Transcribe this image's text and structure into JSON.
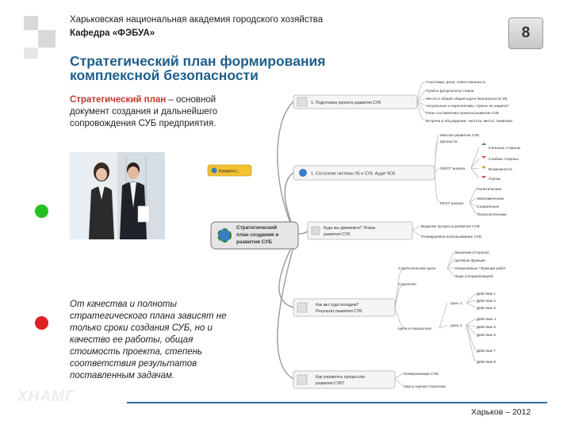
{
  "header": {
    "line1": "Харьковская национальная академия городского хозяйства",
    "line2": "Кафедра «ФЭБУА»",
    "slide_number": "8"
  },
  "slide": {
    "title": "Стратегический план формирования комплексной безопасности",
    "intro_highlight": "Стратегический план",
    "intro_rest": " – основной документ создания и дальнейшего сопровождения СУБ предприятия.",
    "quote": "От качества и полноты стратегического плана зависят не только сроки создания СУБ, но и качество ее работы, общая стоимость проекта, степень соответствия результатов поставленным задачам."
  },
  "footer": {
    "logo": "ХНАМГ",
    "place_year": "Харьков – 2012"
  },
  "colors": {
    "title": "#1f5f8b",
    "highlight": "#c0392b",
    "green_dot": "#22c122",
    "red_dot": "#e02020",
    "footer_line": "#2e6e9e"
  },
  "mindmap": {
    "central": [
      "Стратегический",
      "план создания и",
      "развития СУБ"
    ],
    "comment": "Коммент...",
    "branches": [
      "1. Подготовка проекта развития СУБ",
      "1. Состояние системы УБ и СУБ. Аудит КСБ",
      [
        "Куда мы движемся? Этапы",
        "развития СУБ"
      ],
      [
        "Как мы туда попадем?",
        "Результат развития СУБ"
      ],
      [
        "Как управлять процессом",
        "развития СУБ?"
      ]
    ],
    "b1_leaves": [
      "Участники, роли, ответственность",
      "Пункты (результаты) плана",
      "Место в общей общей карте безопасности УБ",
      "Актуальные и перспективы. Нужна ли защита?",
      "План составления проекта развития СУБ",
      "Встречи и обсуждения, частота, место, тематика"
    ],
    "b2_leaves": [
      "Миссия развития СУБ",
      "Ценности",
      "SWOT анализ",
      "PEST анализ"
    ],
    "swot_items": [
      "Сильные стороны",
      "Слабые стороны",
      "Возможности",
      "Угрозы"
    ],
    "pest_items": [
      "Политические",
      "Экономические",
      "Социальные",
      "Технологические"
    ],
    "b3_leaves": [
      "Видение процесса развития СУБ",
      "Планируемое использование СУБ"
    ],
    "b4_groups": [
      "Стратегические цели",
      "Стратегия",
      "Цели и показатели"
    ],
    "b4_strat": [
      "Заказчики (стороны)",
      "Целевые функции",
      "Оперативные / Функции работ",
      "Люди (специализация)"
    ],
    "b4_goals": [
      "Цель 1",
      "Цель 2"
    ],
    "b4_actions": [
      "Действие 1",
      "Действие 2",
      "Действие 3",
      "Действие 4",
      "Действие 5",
      "Действие 6",
      "Действие 7",
      "Действие 8"
    ],
    "b5_leaves": [
      "Коммуникации СУБ",
      "Карта оценки стратегии"
    ]
  }
}
